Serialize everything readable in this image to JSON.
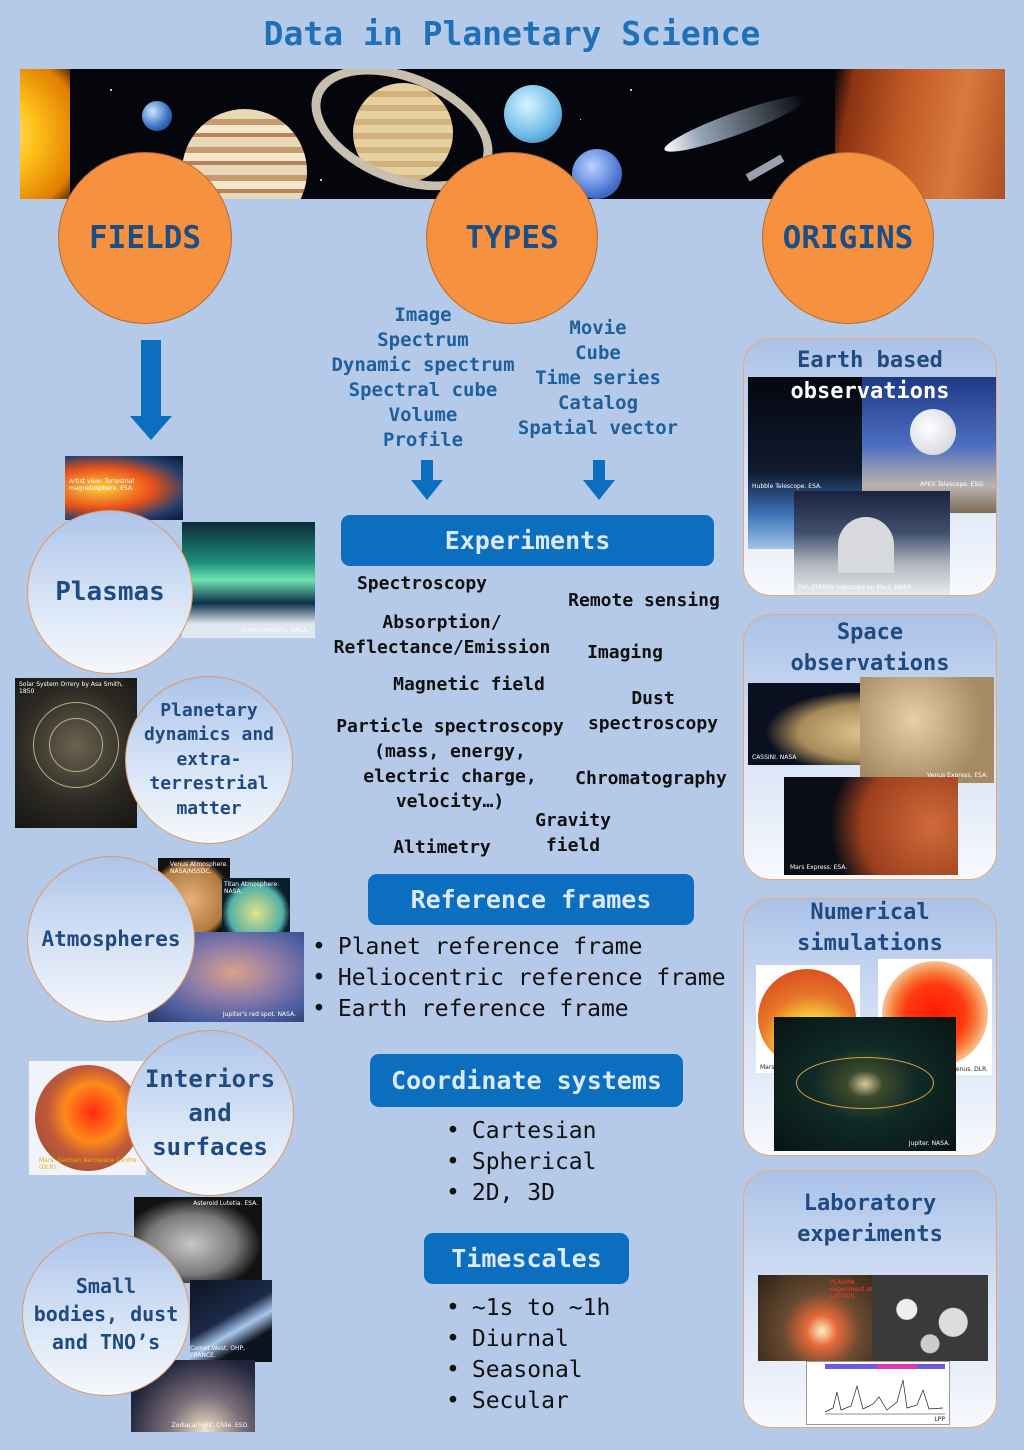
{
  "title": "Data in Planetary Science",
  "headers": {
    "fields": "FIELDS",
    "types": "TYPES",
    "origins": "ORIGINS"
  },
  "types": {
    "left": [
      "Image",
      "Spectrum",
      "Dynamic spectrum",
      "Spectral cube",
      "Volume",
      "Profile"
    ],
    "right": [
      "Movie",
      "Cube",
      "Time series",
      "Catalog",
      "Spatial vector"
    ]
  },
  "experiments": {
    "label": "Experiments",
    "items": {
      "spectroscopy": "Spectroscopy",
      "remote_sensing": "Remote sensing",
      "absorption_1": "Absorption/",
      "absorption_2": "Reflectance/Emission",
      "imaging": "Imaging",
      "magnetic_field": "Magnetic field",
      "dust_1": "Dust",
      "dust_2": "spectroscopy",
      "particle_1": "Particle spectroscopy",
      "particle_2": "(mass, energy,",
      "particle_3": "electric charge,",
      "particle_4": "velocity…)",
      "chromatography": "Chromatography",
      "gravity_1": "Gravity",
      "gravity_2": "field",
      "altimetry": "Altimetry"
    }
  },
  "reference_frames": {
    "label": "Reference frames",
    "items": [
      "Planet reference frame",
      "Heliocentric reference frame",
      "Earth reference frame"
    ]
  },
  "coordinate_systems": {
    "label": "Coordinate systems",
    "items": [
      "Cartesian",
      "Spherical",
      "2D, 3D"
    ]
  },
  "timescales": {
    "label": "Timescales",
    "items": [
      "~1s to ~1h",
      "Diurnal",
      "Seasonal",
      "Secular"
    ]
  },
  "fields": {
    "plasmas": {
      "label": "Plasmas",
      "caps": [
        "Artist view: Terrestrial magnetosphere. ESA.",
        "Aurora borealis. NASA."
      ]
    },
    "dynamics": {
      "lines": [
        "Planetary",
        "dynamics and",
        "extra-",
        "terrestrial",
        "matter"
      ],
      "caps": [
        "Solar System Orrery by Asa Smith, 1850"
      ]
    },
    "atmospheres": {
      "label": "Atmospheres",
      "caps": [
        "Venus Atmosphere. NASA/NSSDC.",
        "Titan Atmosphere. NASA.",
        "Jupiter's red spot. NASA."
      ]
    },
    "interiors": {
      "lines": [
        "Interiors",
        "and",
        "surfaces"
      ],
      "caps": [
        "Mars. German Aerospace Centre (DLR)."
      ]
    },
    "small_bodies": {
      "lines": [
        "Small",
        "bodies, dust",
        "and TNO’s"
      ],
      "caps": [
        "Asteroid Lutetia. ESA.",
        "Comet West. OHP, FRANCE.",
        "Zodiacal light, Chile. ESO."
      ]
    }
  },
  "origins": {
    "earth": {
      "lines": [
        "Earth based",
        "observations"
      ],
      "caps": [
        "Hubble Telescope. ESA.",
        "APEX Telescope. ESO.",
        "Pan-STARRS telescope on Maui. NASA"
      ]
    },
    "space": {
      "lines": [
        "Space",
        "observations"
      ],
      "caps": [
        "CASSINI. NASA",
        "Venus Express. ESA.",
        "Mars Express. ESA."
      ]
    },
    "numerical": {
      "lines": [
        "Numerical",
        "simulations"
      ],
      "caps": [
        "Mars. NASA.",
        "Venus. DLR.",
        "Jupiter. NASA."
      ]
    },
    "laboratory": {
      "lines": [
        "Laboratory",
        "experiments"
      ],
      "caps": [
        "PLASMA experiment at LATMOS",
        "LPP"
      ]
    }
  }
}
